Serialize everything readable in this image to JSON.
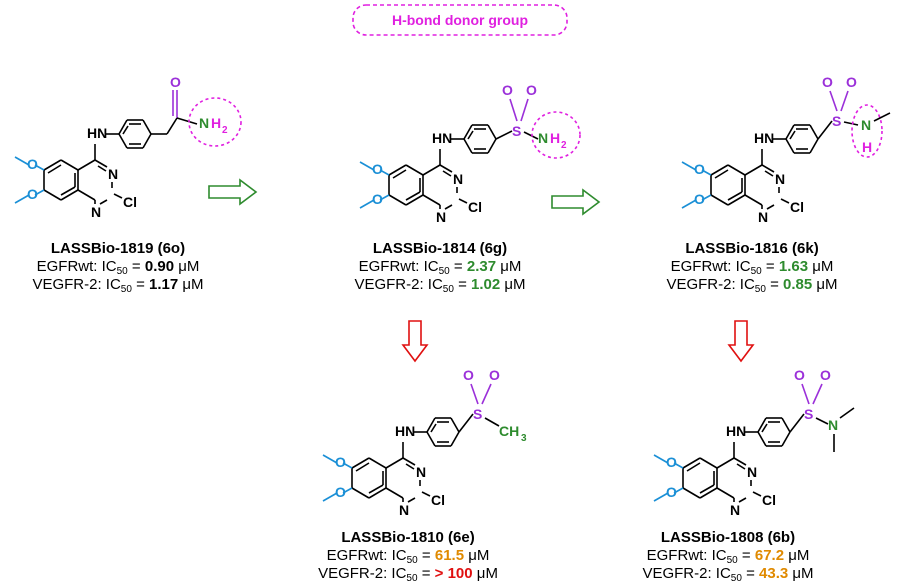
{
  "annotation": {
    "text": "H-bond donor group",
    "color": "#e020e0"
  },
  "atoms": {
    "O": "O",
    "S": "S",
    "N": "N",
    "H": "H",
    "Cl": "Cl",
    "HN": "HN",
    "NH2_N": "N",
    "NH2_H": "H",
    "NH2_sub": "2",
    "CH3_main": "CH",
    "CH3_sub": "3"
  },
  "colors": {
    "methoxy": "#1a8fd6",
    "oxygen_sulfur": "#9b30d9",
    "nitrogen_green": "#2e8b2e",
    "h_bond_ring": "#e020e0",
    "arrow_green": "#2e8b2e",
    "arrow_red": "#e01010"
  },
  "compounds": [
    {
      "id": "c1819",
      "name": "LASSBio-1819 (6o)",
      "egfr_label": "EGFRwt: IC",
      "egfr_value": "0.90",
      "egfr_color": "black",
      "vegfr_label": "VEGFR-2: IC",
      "vegfr_value": "1.17",
      "vegfr_color": "black"
    },
    {
      "id": "c1814",
      "name": "LASSBio-1814 (6g)",
      "egfr_label": "EGFRwt: IC",
      "egfr_value": "2.37",
      "egfr_color": "green",
      "vegfr_label": "VEGFR-2: IC",
      "vegfr_value": "1.02",
      "vegfr_color": "green"
    },
    {
      "id": "c1816",
      "name": "LASSBio-1816 (6k)",
      "egfr_label": "EGFRwt: IC",
      "egfr_value": "1.63",
      "egfr_color": "green",
      "vegfr_label": "VEGFR-2: IC",
      "vegfr_value": "0.85",
      "vegfr_color": "green"
    },
    {
      "id": "c1810",
      "name": "LASSBio-1810 (6e)",
      "egfr_label": "EGFRwt: IC",
      "egfr_value": "61.5",
      "egfr_color": "orange",
      "vegfr_label": "VEGFR-2: IC",
      "vegfr_value": "> 100",
      "vegfr_color": "red"
    },
    {
      "id": "c1808",
      "name": "LASSBio-1808 (6b)",
      "egfr_label": "EGFRwt: IC",
      "egfr_value": "67.2",
      "egfr_color": "orange",
      "vegfr_label": "VEGFR-2: IC",
      "vegfr_value": "43.3",
      "vegfr_color": "orange"
    }
  ],
  "ic_subscript": "50",
  "equals": " = ",
  "unit": "μM"
}
